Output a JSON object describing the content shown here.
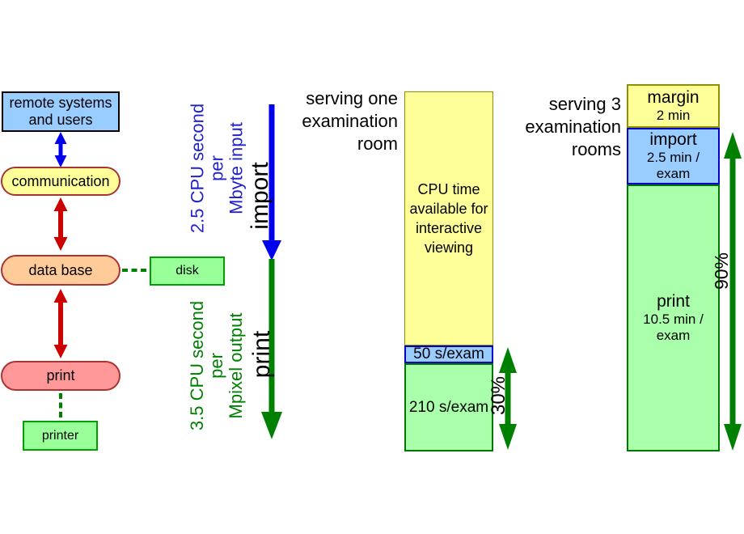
{
  "colors": {
    "blue_fill": "#99ccff",
    "yellow_fill": "#ffff99",
    "peach_fill": "#ffcc99",
    "pink_fill": "#ff9999",
    "green_fill": "#99ff99",
    "bar_green_fill": "#aaffaa",
    "node_border_red": "#aa3333",
    "green_border": "#00a000",
    "olive_border": "#909000",
    "blue_arrow": "#0000ee",
    "red_arrow": "#cc0000",
    "green_arrow": "#008000",
    "rate_text_blue": "#2222cc",
    "rate_text_green": "#008000"
  },
  "flow": {
    "remote_label": "remote systems\nand users",
    "communication_label": "communication",
    "database_label": "data base",
    "disk_label": "disk",
    "print_label": "print",
    "printer_label": "printer"
  },
  "pipeline": {
    "import_rate": "2.5 CPU second\nper\nMbyte input",
    "import_label": "import",
    "print_rate": "3.5 CPU second\nper\nMpixel output",
    "print_label": "print"
  },
  "chart_one": {
    "title": "serving one\nexamination\nroom",
    "cpu_label": "CPU time\navailable for\ninteractive\nviewing",
    "import_value": "50 s/exam",
    "print_value": "210 s/exam",
    "percent": "30%"
  },
  "chart_three": {
    "title": "serving 3\nexamination\nrooms",
    "margin_label": "margin",
    "margin_value": "2 min",
    "import_label": "import",
    "import_value": "2.5 min /\nexam",
    "print_label": "print",
    "print_value": "10.5 min /\nexam",
    "percent": "90%"
  },
  "chart_data": [
    {
      "type": "bar",
      "title": "serving one examination room",
      "stacked": true,
      "segments": [
        {
          "label": "CPU time available for interactive viewing",
          "color": "#ffff99",
          "share": 0.7
        },
        {
          "label": "import",
          "value": "50 s/exam",
          "color": "#99ccff"
        },
        {
          "label": "print",
          "value": "210 s/exam",
          "color": "#aaffaa"
        }
      ],
      "annotation": "30%"
    },
    {
      "type": "bar",
      "title": "serving 3 examination rooms",
      "stacked": true,
      "segments": [
        {
          "label": "margin",
          "value": "2 min",
          "color": "#ffff99"
        },
        {
          "label": "import",
          "value": "2.5 min / exam",
          "color": "#99ccff"
        },
        {
          "label": "print",
          "value": "10.5 min / exam",
          "color": "#aaffaa"
        }
      ],
      "annotation": "90%"
    }
  ]
}
